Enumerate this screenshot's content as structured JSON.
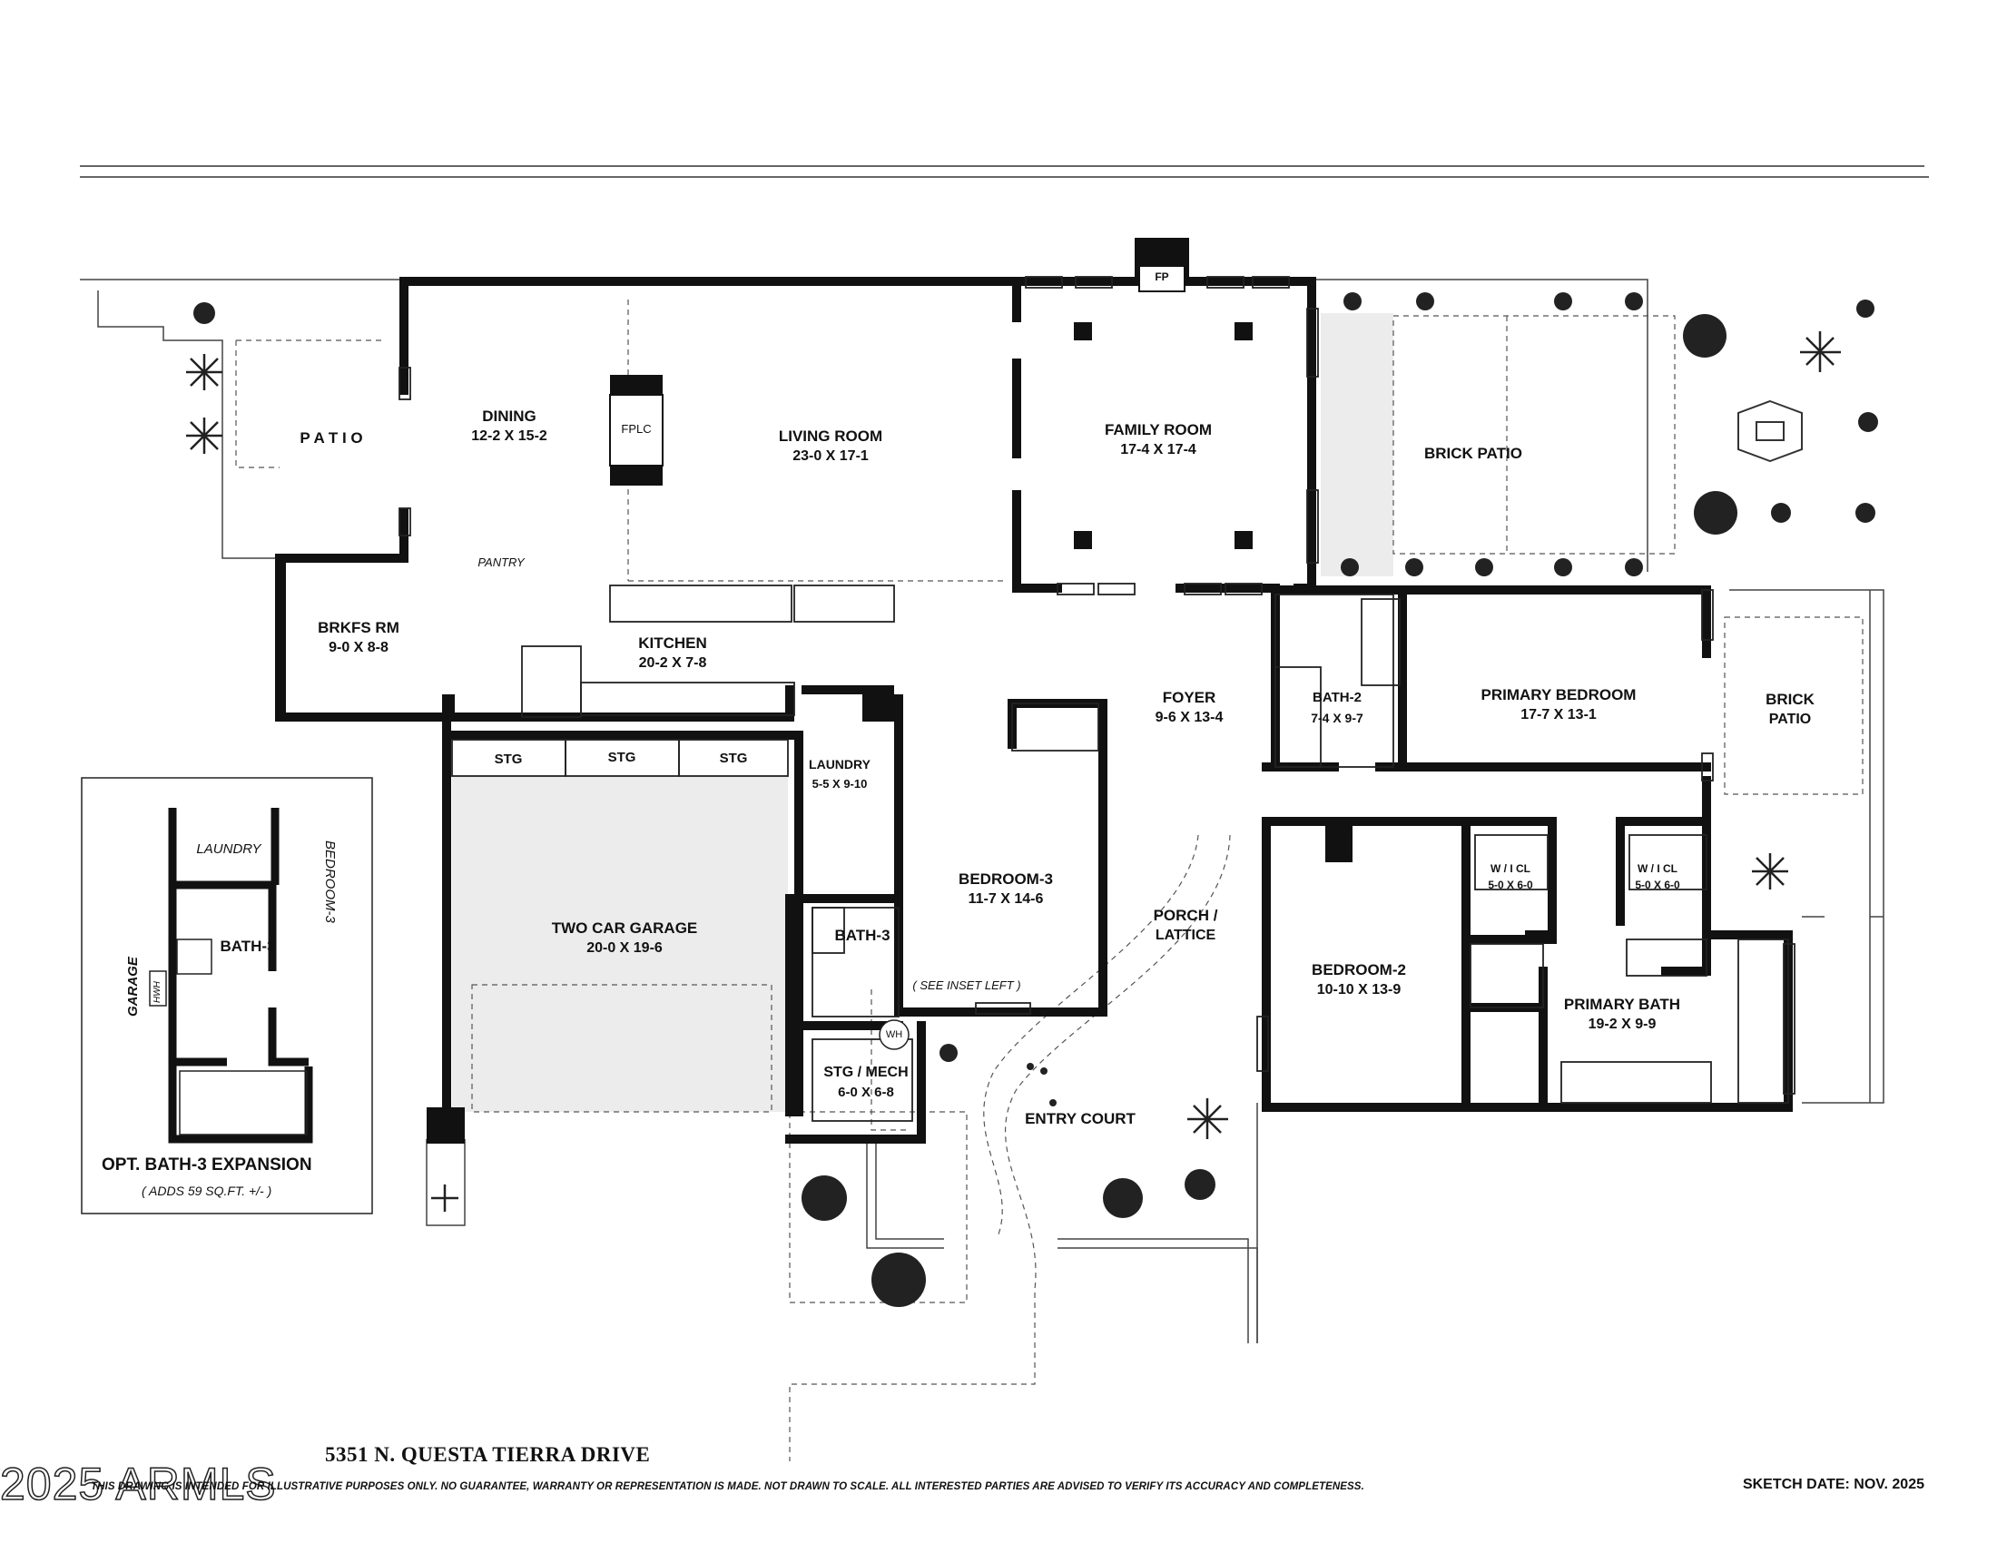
{
  "rooms": {
    "patio": {
      "name": "P A T I O"
    },
    "dining": {
      "name": "DINING",
      "dim": "12-2 X 15-2"
    },
    "living": {
      "name": "LIVING ROOM",
      "dim": "23-0  X  17-1"
    },
    "family": {
      "name": "FAMILY ROOM",
      "dim": "17-4  X  17-4"
    },
    "brick_patio_1": {
      "name": "BRICK PATIO"
    },
    "brick_patio_2": {
      "name": "BRICK",
      "name2": "PATIO"
    },
    "brkfs": {
      "name": "BRKFS RM",
      "dim": "9-0 X 8-8"
    },
    "pantry": {
      "name": "PANTRY"
    },
    "kitchen": {
      "name": "KITCHEN",
      "dim": "20-2 X 7-8"
    },
    "foyer": {
      "name": "FOYER",
      "dim": "9-6 X 13-4"
    },
    "bath2": {
      "name": "BATH-2",
      "dim": "7-4 X 9-7"
    },
    "primary_bed": {
      "name": "PRIMARY BEDROOM",
      "dim": "17-7  X  13-1"
    },
    "stg1": {
      "name": "STG"
    },
    "stg2": {
      "name": "STG"
    },
    "stg3": {
      "name": "STG"
    },
    "laundry": {
      "name": "LAUNDRY",
      "dim": "5-5 X 9-10"
    },
    "garage": {
      "name": "TWO CAR GARAGE",
      "dim": "20-0  X  19-6"
    },
    "bedroom3": {
      "name": "BEDROOM-3",
      "dim": "11-7  X  14-6"
    },
    "bath3": {
      "name": "BATH-3",
      "note": "( SEE INSET LEFT )"
    },
    "porch": {
      "name": "PORCH /",
      "name2": "LATTICE"
    },
    "bedroom2": {
      "name": "BEDROOM-2",
      "dim": "10-10 X 13-9"
    },
    "wicl1": {
      "name": "W / I  CL",
      "dim": "5-0 X 6-0"
    },
    "wicl2": {
      "name": "W / I  CL",
      "dim": "5-0 X 6-0"
    },
    "primary_bath": {
      "name": "PRIMARY BATH",
      "dim": "19-2  X  9-9"
    },
    "stg_mech": {
      "name": "STG / MECH",
      "dim": "6-0 X 6-8"
    },
    "entry_court": {
      "name": "ENTRY COURT"
    }
  },
  "fixtures": {
    "fp": "FP",
    "fplc": "FPLC",
    "wh": "WH",
    "hwh": "HWH"
  },
  "inset": {
    "title": "OPT. BATH-3 EXPANSION",
    "note": "( ADDS 59 SQ.FT. +/- )",
    "laundry": "LAUNDRY",
    "bedroom3": "BEDROOM-3",
    "bath3": "BATH-3",
    "garage": "GARAGE"
  },
  "footer": {
    "address": "5351 N. QUESTA TIERRA DRIVE",
    "disclaimer": "THIS DRAWING IS INTENDED FOR ILLUSTRATIVE PURPOSES ONLY.  NO GUARANTEE, WARRANTY OR REPRESENTATION IS MADE.  NOT DRAWN TO SCALE.  ALL INTERESTED PARTIES ARE ADVISED TO VERIFY ITS ACCURACY AND COMPLETENESS.",
    "sketch_date": "SKETCH DATE:  NOV. 2025",
    "watermark": "2025 ARMLS"
  },
  "colors": {
    "wall": "#111111",
    "floor": "#ececec",
    "line": "#555555"
  }
}
